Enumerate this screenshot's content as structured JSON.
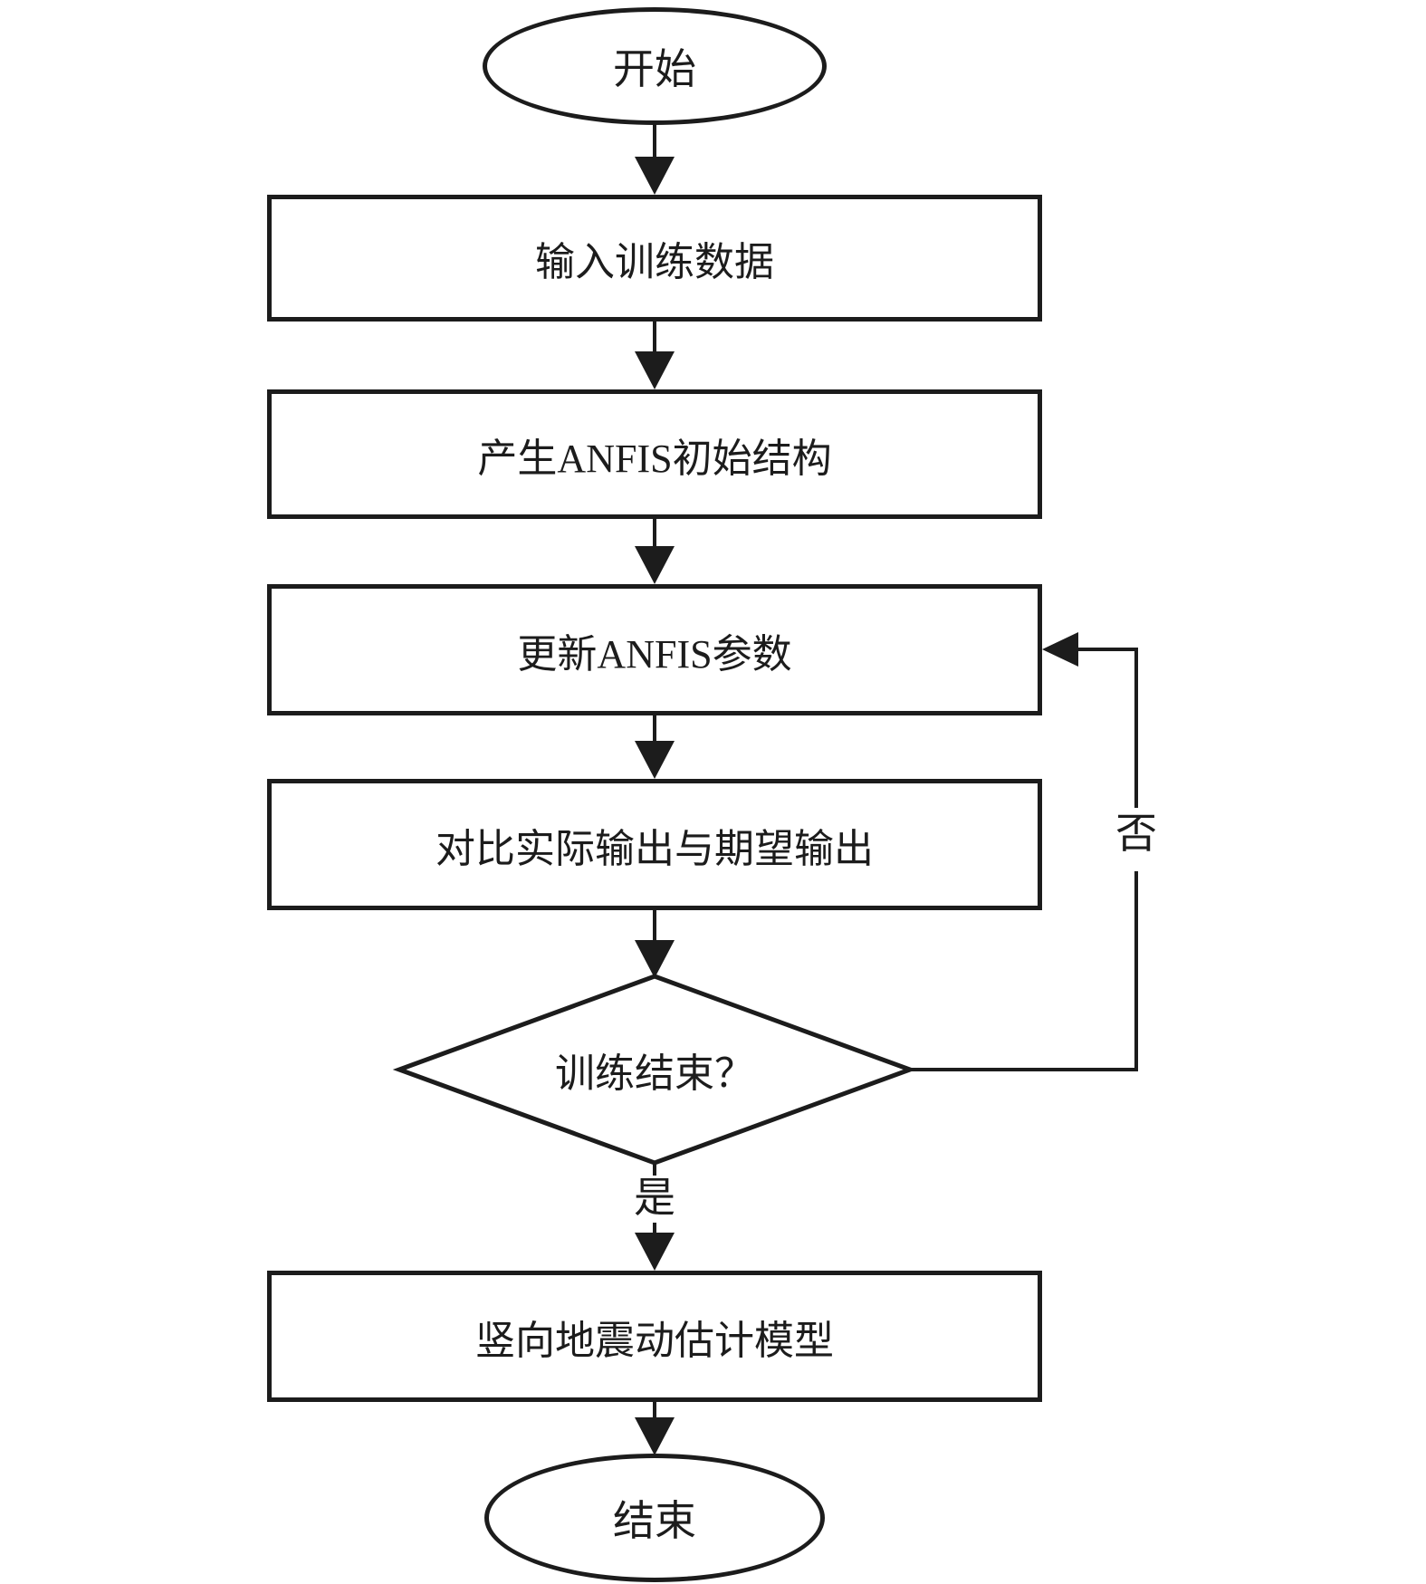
{
  "colors": {
    "ink": "#1c1c1c",
    "background": "#ffffff"
  },
  "flowchart": {
    "start": {
      "label": "开始"
    },
    "steps": [
      {
        "label": "输入训练数据"
      },
      {
        "label": "产生ANFIS初始结构"
      },
      {
        "label": "更新ANFIS参数"
      },
      {
        "label": "对比实际输出与期望输出"
      }
    ],
    "decision": {
      "label": "训练结束？",
      "yes_label": "是",
      "no_label": "否"
    },
    "result": {
      "label": "竖向地震动估计模型"
    },
    "end": {
      "label": "结束"
    }
  }
}
